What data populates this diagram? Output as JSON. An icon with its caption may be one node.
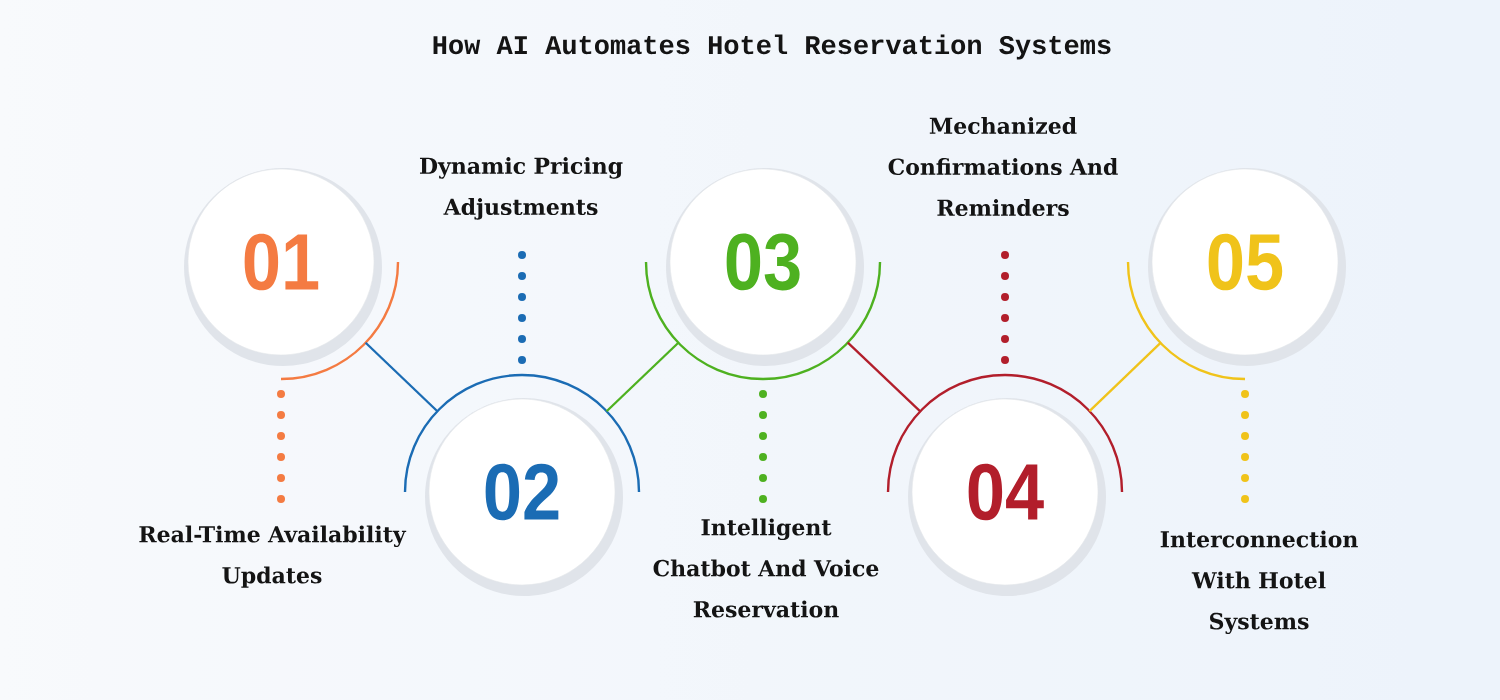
{
  "diagram": {
    "title": "How AI Automates Hotel Reservation Systems",
    "nodes": [
      {
        "text": [
          "01"
        ]
      },
      {
        "text": [
          "Real-Time Availability Updates"
        ]
      },
      {
        "text": [
          "02"
        ]
      },
      {
        "text": [
          "Dynamic Pricing Adjustments"
        ]
      },
      {
        "text": [
          "03"
        ]
      },
      {
        "text": [
          "Intelligent Chatbot And Voice Reservation"
        ]
      },
      {
        "text": [
          "04"
        ]
      },
      {
        "text": [
          "Mechanized Confirmations And Reminders"
        ]
      },
      {
        "text": [
          "05"
        ]
      },
      {
        "text": [
          "Interconnection With Hotel Systems"
        ]
      }
    ],
    "edges": [
      {
        "from": 0,
        "to": 1,
        "arrow": "none",
        "style": "dashed",
        "color": "#f47b42"
      },
      {
        "from": 0,
        "to": 2,
        "arrow": "none",
        "color": "#1b6cb4"
      },
      {
        "from": 2,
        "to": 3,
        "arrow": "none",
        "style": "dashed",
        "color": "#1b6cb4"
      },
      {
        "from": 2,
        "to": 4,
        "arrow": "none",
        "color": "#4eb120"
      },
      {
        "from": 4,
        "to": 5,
        "arrow": "none",
        "style": "dashed",
        "color": "#4eb120"
      },
      {
        "from": 4,
        "to": 6,
        "arrow": "none",
        "color": "#b21e2b"
      },
      {
        "from": 6,
        "to": 7,
        "arrow": "none",
        "style": "dashed",
        "color": "#b21e2b"
      },
      {
        "from": 6,
        "to": 8,
        "arrow": "none",
        "color": "#f0c31a"
      },
      {
        "from": 8,
        "to": 9,
        "arrow": "none",
        "style": "dashed",
        "color": "#f0c31a"
      }
    ]
  }
}
